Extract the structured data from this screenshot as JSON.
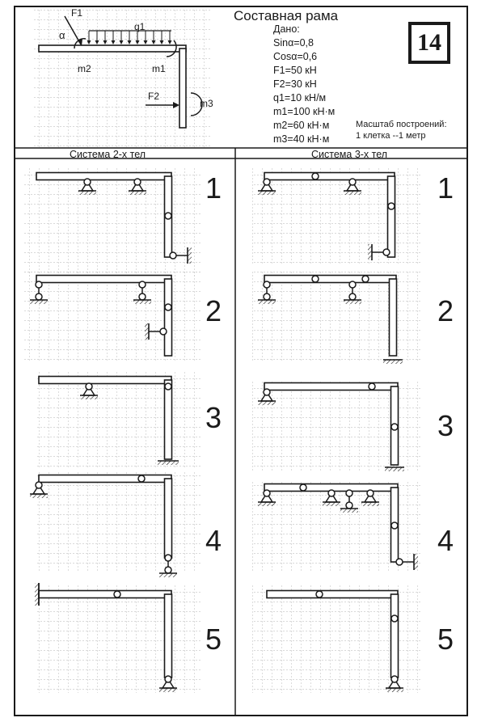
{
  "title": "Составная рама",
  "given": {
    "label": "Дано:",
    "items": [
      "Sinα=0,8",
      "Cosα=0,6",
      "F1=50 кН",
      "F2=30 кН",
      "q1=10 кН/м",
      "m1=100 кН·м",
      "m2=60 кН·м",
      "m3=40 кН·м"
    ]
  },
  "scale": {
    "line1": "Масштаб построений:",
    "line2": "1 клетка --1 метр"
  },
  "variant": "14",
  "load_labels": {
    "f1": "F1",
    "alpha": "α",
    "q1": "q1",
    "m2": "m2",
    "m1": "m1",
    "f2": "F2",
    "m3": "m3"
  },
  "columns": {
    "left": "Система 2-х тел",
    "right": "Система 3-х тел"
  },
  "left_numbers": [
    "1",
    "2",
    "3",
    "4",
    "5"
  ],
  "right_numbers": [
    "1",
    "2",
    "3",
    "4",
    "5"
  ]
}
